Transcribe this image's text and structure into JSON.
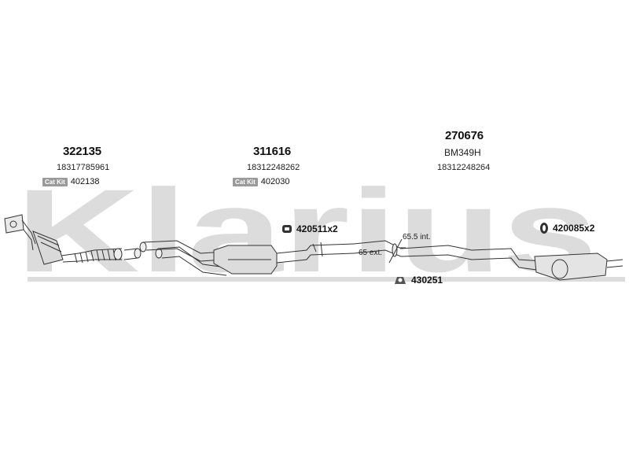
{
  "watermark": {
    "text": "Klarius",
    "color": "#d9d9d9"
  },
  "sections": [
    {
      "part_no": "322135",
      "oem": "18317785961",
      "catkit_label": "Cat Kit",
      "catkit_no": "402138"
    },
    {
      "part_no": "311616",
      "oem": "18312248262",
      "catkit_label": "Cat Kit",
      "catkit_no": "402030"
    },
    {
      "part_no": "270676",
      "sub": "BM349H",
      "oem": "18312248264"
    }
  ],
  "fittings": [
    {
      "code": "420511x2",
      "icon": "rubber-hanger-icon"
    },
    {
      "code": "420085x2",
      "icon": "rubber-ring-icon"
    },
    {
      "code": "430251",
      "icon": "clamp-icon"
    }
  ],
  "dimensions": {
    "int": "65.5 int.",
    "ext": "65 ext."
  }
}
